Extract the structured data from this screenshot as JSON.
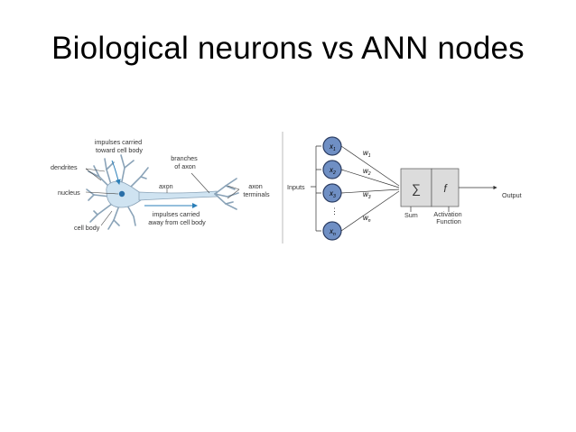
{
  "slide": {
    "title": "Biological neurons vs ANN nodes"
  },
  "bio": {
    "impulses_toward": [
      "impulses carried",
      "toward cell body"
    ],
    "branches": [
      "branches",
      "of axon"
    ],
    "dendrites": "dendrites",
    "nucleus": "nucleus",
    "axon": "axon",
    "axon_terminals": [
      "axon",
      "terminals"
    ],
    "cell_body": "cell body",
    "impulses_away": [
      "impulses carried",
      "away from cell body"
    ]
  },
  "ann": {
    "inputs": "Inputs",
    "nodes": [
      {
        "var": "x",
        "sub": "1"
      },
      {
        "var": "x",
        "sub": "2"
      },
      {
        "var": "x",
        "sub": "3"
      },
      {
        "var": "x",
        "sub": "n"
      }
    ],
    "ellipsis": "⋮",
    "weights": [
      {
        "var": "w",
        "sub": "1"
      },
      {
        "var": "w",
        "sub": "2"
      },
      {
        "var": "w",
        "sub": "3"
      },
      {
        "var": "w",
        "sub": "n"
      }
    ],
    "sum_symbol": "∑",
    "activation_symbol": "f",
    "sum_label": "Sum",
    "activation_label": [
      "Activation",
      "Function"
    ],
    "output": "Output"
  }
}
